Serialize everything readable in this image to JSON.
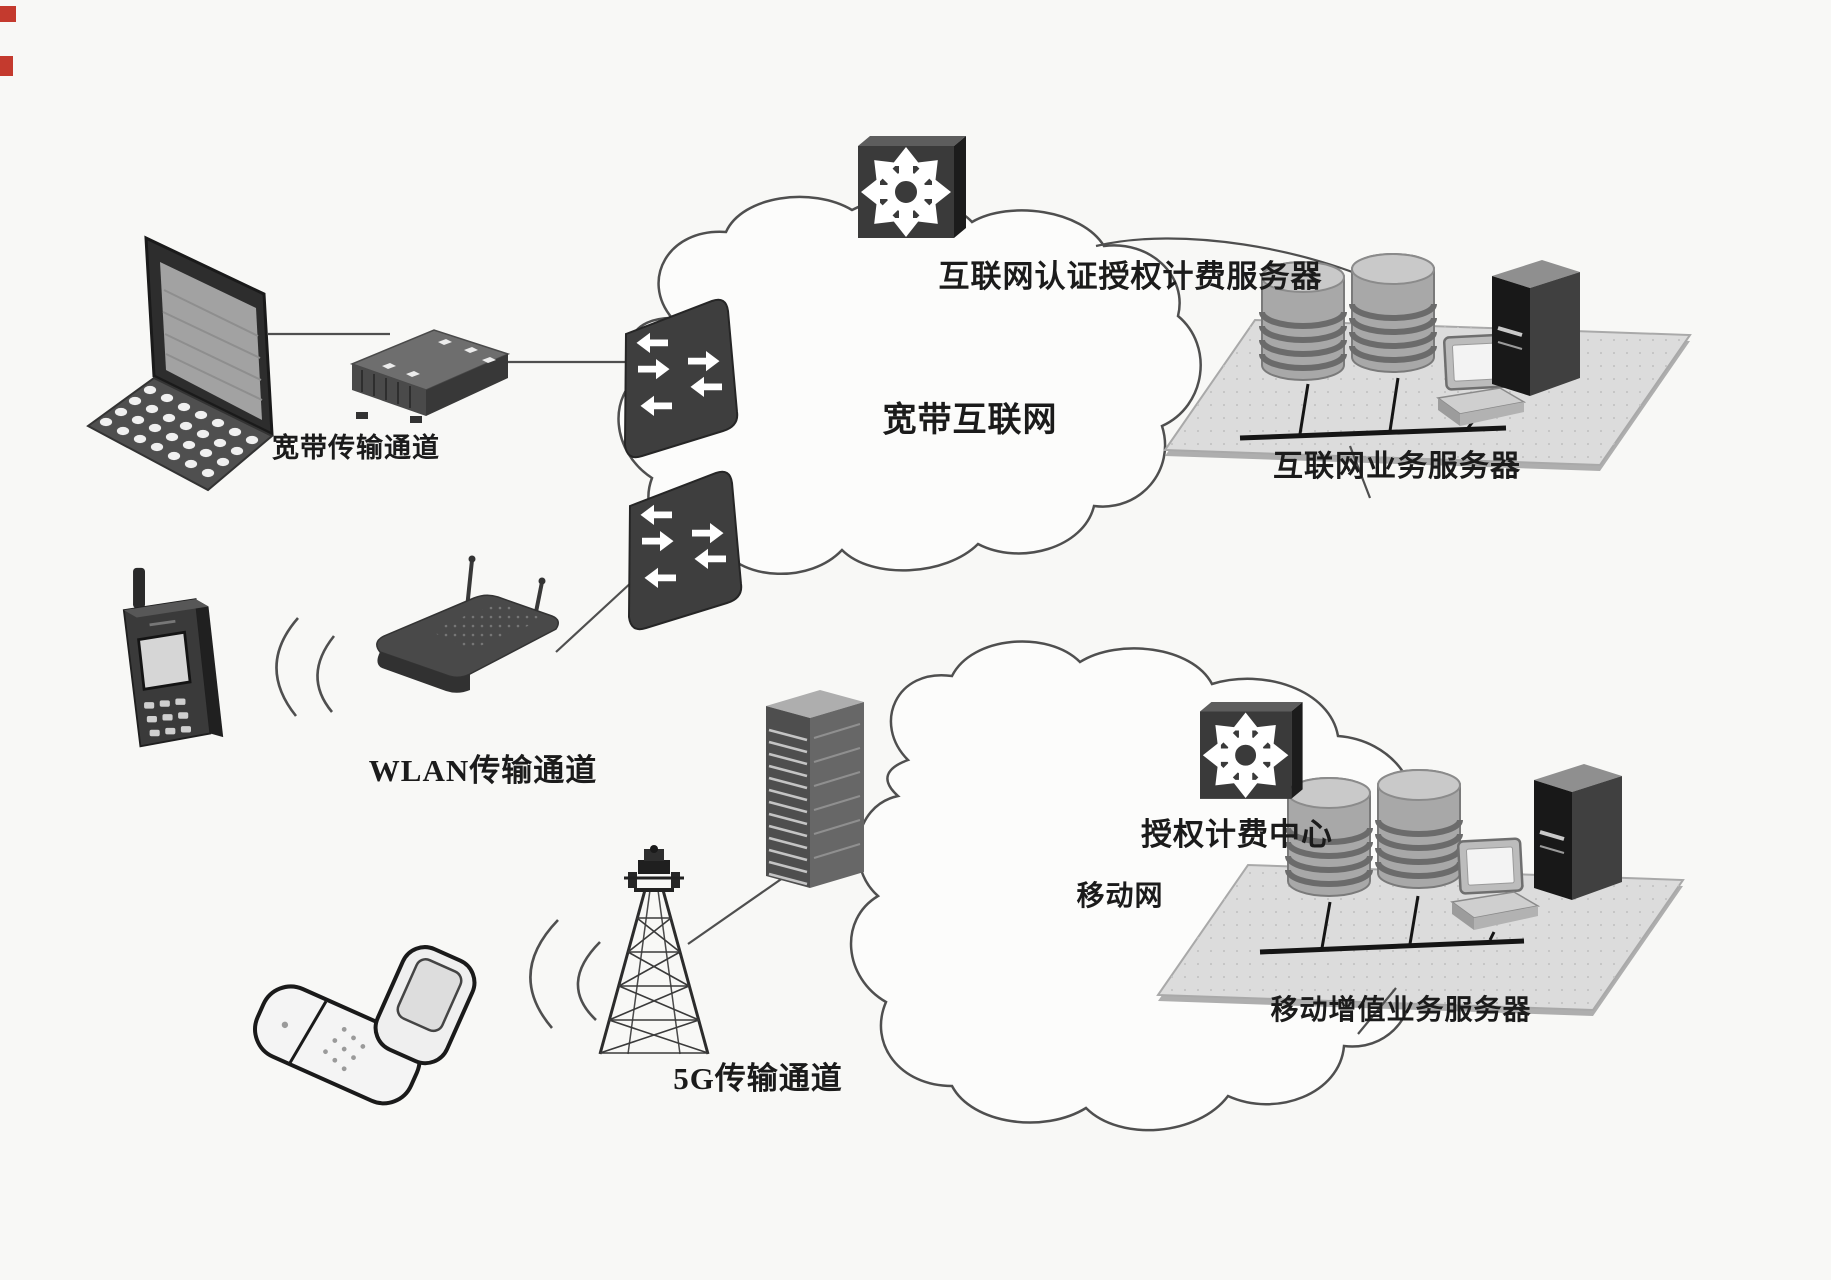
{
  "page": {
    "background": "#f8f8f6"
  },
  "diagram": {
    "type": "network-architecture-diagram",
    "labels": {
      "broadband_channel": "宽带传输通道",
      "broadband_cloud": "宽带互联网",
      "internet_aaa_server": "互联网认证授权计费服务器",
      "internet_service_platform": "互联网业务服务器",
      "wlan_channel": "WLAN传输通道",
      "fiveg_channel": "5G传输通道",
      "auth_billing_center": "授权计费中心",
      "mobile_cloud": "移动网",
      "mobile_vas_platform": "移动增值业务服务器"
    },
    "icons": {
      "laptop": "laptop-icon",
      "modem": "modem-icon",
      "switch_upper": "switch-icon",
      "switch_lower": "switch-icon",
      "router_internet": "router-icon",
      "router_mobile": "router-icon",
      "database": "database-cylinder-icon",
      "workstation": "workstation-icon",
      "server_tower": "server-tower-icon",
      "rack_server": "rack-server-icon",
      "mobile_phone": "mobile-phone-icon",
      "flip_phone": "flip-phone-icon",
      "wireless_router": "wireless-router-icon",
      "cell_tower": "cell-tower-icon",
      "signal_waves": "signal-waves-icon",
      "cloud": "cloud-shape"
    },
    "colors": {
      "device_dark": "#3a3a3a",
      "device_black": "#181818",
      "platform_gray": "#dcdcdc",
      "cloud_outline": "#4f4f4f",
      "text": "#1b1b1b",
      "background": "#f8f8f6",
      "edge_mark_red": "#c43a2e"
    }
  }
}
